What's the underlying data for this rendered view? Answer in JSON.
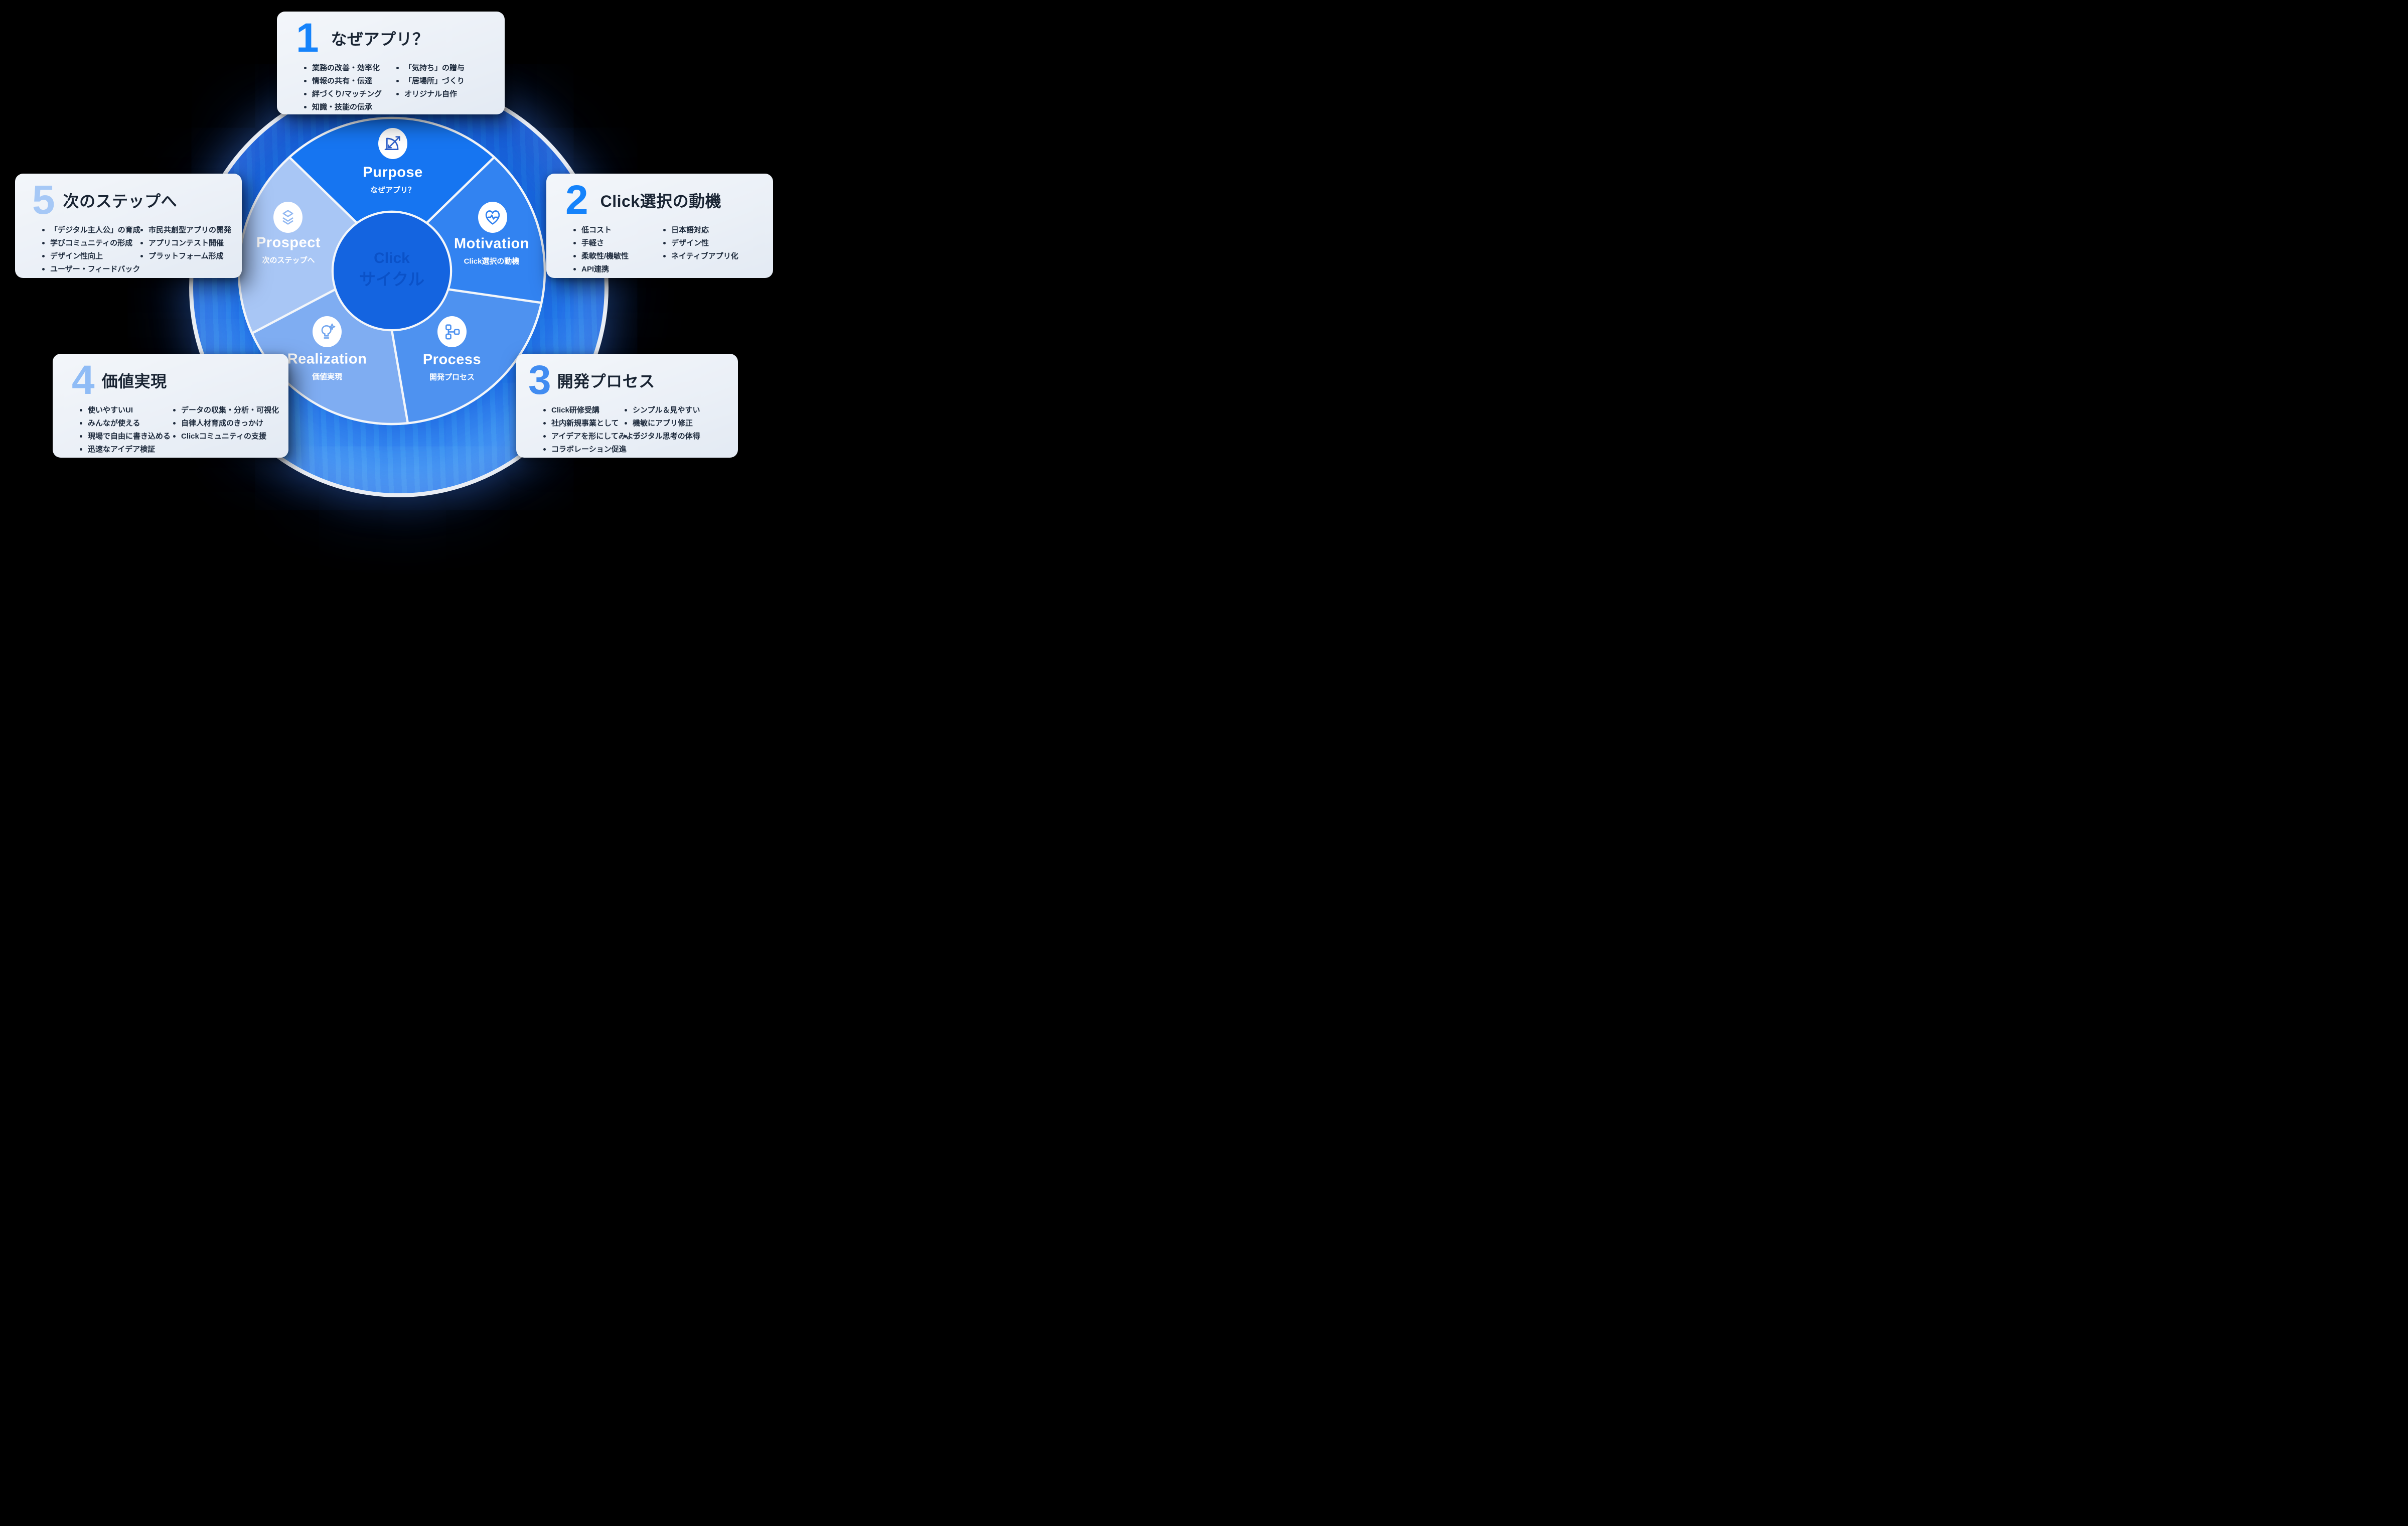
{
  "wheel": {
    "center_color": "#1464E0",
    "center_text_color": "#0B52C8",
    "center": {
      "line1": "Click",
      "line2": "サイクル"
    },
    "segments": [
      {
        "id": "purpose",
        "label": "Purpose",
        "sublabel": "なぜアプリ？",
        "color": "#1675F1",
        "icon": "bow-arrow-icon",
        "iconColor": "#2C5EC9"
      },
      {
        "id": "motivation",
        "label": "Motivation",
        "sublabel": "Click選択の動機",
        "color": "#3283F1",
        "icon": "heart-pulse-icon",
        "iconColor": "#2F80F0"
      },
      {
        "id": "process",
        "label": "Process",
        "sublabel": "開発プロセス",
        "color": "#4E92F0",
        "icon": "flow-nodes-icon",
        "iconColor": "#4E92F0"
      },
      {
        "id": "realization",
        "label": "Realization",
        "sublabel": "価値実現",
        "color": "#7FADF2",
        "icon": "bulb-spark-icon",
        "iconColor": "#74A7EF"
      },
      {
        "id": "prospect",
        "label": "Prospect",
        "sublabel": "次のステップへ",
        "color": "#A8C6F5",
        "icon": "layers-icon",
        "iconColor": "#93B9F2"
      }
    ]
  },
  "cards": [
    {
      "number": "1",
      "number_color": "#1583FB",
      "title": "なぜアプリ？",
      "col1": [
        "業務の改善・効率化",
        "情報の共有・伝達",
        "絆づくり/マッチング",
        "知識・技能の伝承"
      ],
      "col2": [
        "「気持ち」の贈与",
        "「居場所」づくり",
        "オリジナル自作"
      ]
    },
    {
      "number": "2",
      "number_color": "#1583FB",
      "title": "Click選択の動機",
      "col1": [
        "低コスト",
        "手軽さ",
        "柔軟性/機敏性",
        "API連携"
      ],
      "col2": [
        "日本語対応",
        "デザイン性",
        "ネイティブアプリ化"
      ]
    },
    {
      "number": "3",
      "number_color": "#418CF1",
      "title": "開発プロセス",
      "col1": [
        "Click研修受講",
        "社内新規事業として",
        "アイデアを形にしてみよう",
        "コラボレーション促進"
      ],
      "col2": [
        "シンプル＆見やすい",
        "機敏にアプリ修正",
        "デジタル思考の体得"
      ]
    },
    {
      "number": "4",
      "number_color": "#8FBCF6",
      "title": "価値実現",
      "col1": [
        "使いやすいUI",
        "みんなが使える",
        "現場で自由に書き込める",
        "迅速なアイデア検証"
      ],
      "col2": [
        "データの収集・分析・可視化",
        "自律人材育成のきっかけ",
        "Clickコミュニティの支援"
      ]
    },
    {
      "number": "5",
      "number_color": "#A6C8F6",
      "title": "次のステップへ",
      "col1": [
        "「デジタル主人公」の育成",
        "学びコミュニティの形成",
        "デザイン性向上",
        "ユーザー・フィードバック"
      ],
      "col2": [
        "市民共創型アプリの開発",
        "アプリコンテスト開催",
        "プラットフォーム形成"
      ]
    }
  ]
}
